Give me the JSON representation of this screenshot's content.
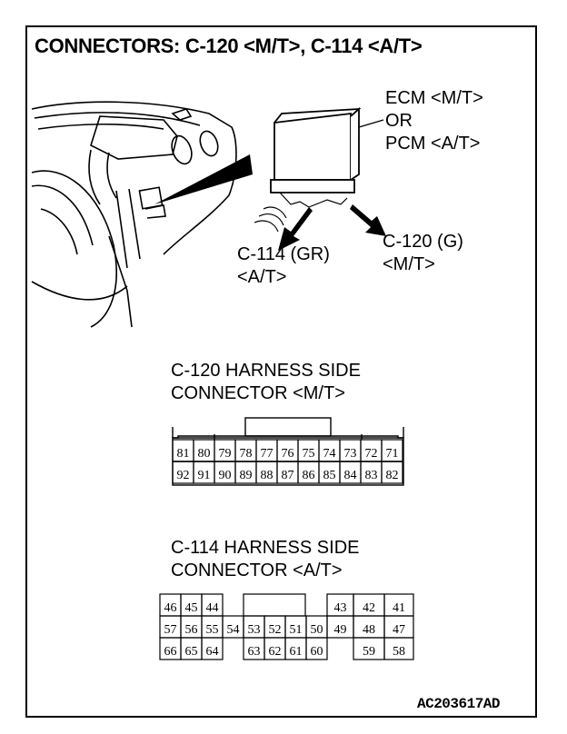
{
  "title": "CONNECTORS: C-120 <M/T>, C-114 <A/T>",
  "callouts": {
    "ecm": [
      "ECM <M/T>",
      "OR",
      "PCM <A/T>"
    ],
    "c114": [
      "C-114 (GR)",
      "<A/T>"
    ],
    "c120": [
      "C-120 (G)",
      "<M/T>"
    ]
  },
  "c120": {
    "heading": [
      "C-120 HARNESS SIDE",
      "CONNECTOR <M/T>"
    ],
    "rows": [
      [
        "81",
        "80",
        "79",
        "78",
        "77",
        "76",
        "75",
        "74",
        "73",
        "72",
        "71"
      ],
      [
        "92",
        "91",
        "90",
        "89",
        "88",
        "87",
        "86",
        "85",
        "84",
        "83",
        "82"
      ]
    ]
  },
  "c114": {
    "heading": [
      "C-114 HARNESS SIDE",
      "CONNECTOR <A/T>"
    ],
    "rows": [
      [
        "46",
        "45",
        "44",
        "",
        "",
        "",
        "",
        "",
        "",
        "43",
        "42",
        "41"
      ],
      [
        "57",
        "56",
        "55",
        "54",
        "53",
        "52",
        "51",
        "50",
        "49",
        "48",
        "47"
      ],
      [
        "66",
        "65",
        "64",
        "",
        "63",
        "62",
        "61",
        "60",
        "",
        "59",
        "58"
      ]
    ]
  },
  "figure_code": "AC203617AD"
}
